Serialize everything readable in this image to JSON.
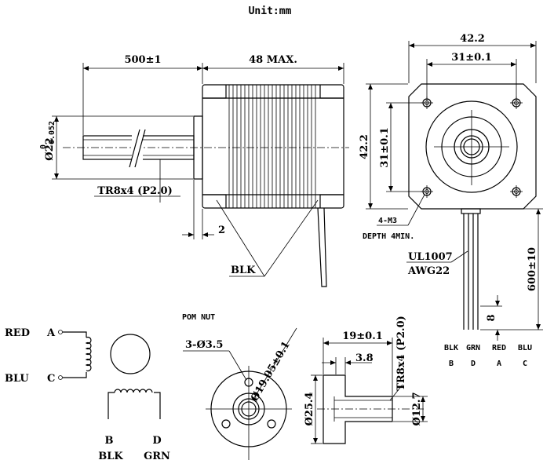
{
  "header": {
    "unit": "Unit:mm"
  },
  "side_view": {
    "dim_length": "500±1",
    "dim_body": "48 MAX.",
    "dim_shaft_value": "Ø22",
    "dim_shaft_tol_upper": "0",
    "dim_shaft_tol_lower": "-0.052",
    "thread": "TR8x4 (P2.0)",
    "dim_flange": "2",
    "lead_label": "BLK"
  },
  "front_view": {
    "dim_width": "42.2",
    "dim_hole_width": "31±0.1",
    "dim_height": "42.2",
    "dim_hole_height": "31±0.1",
    "screw_note": "4-M3",
    "depth_note": "DEPTH 4MIN.",
    "cable_type": "UL1007",
    "cable_gauge": "AWG22",
    "dim_cable": "600±10",
    "dim_strip": "8"
  },
  "wire_table": {
    "colors": [
      "BLK",
      "GRN",
      "RED",
      "BLU"
    ],
    "letters": [
      "B",
      "D",
      "A",
      "C"
    ]
  },
  "schematic": {
    "coil1_top_color": "RED",
    "coil1_top_letter": "A",
    "coil1_bottom_color": "BLU",
    "coil1_bottom_letter": "C",
    "coil2_left_letter": "B",
    "coil2_right_letter": "D",
    "coil2_left_color": "BLK",
    "coil2_right_color": "GRN"
  },
  "nut": {
    "title": "POM NUT",
    "holes": "3-Ø3.5",
    "pcd": "Ø19.05±0.1",
    "dim_length": "19±0.1",
    "dim_flange": "3.8",
    "thread": "TR8x4 (P2.0)",
    "dim_flange_dia": "Ø25.4",
    "dim_body_dia": "Ø12.7"
  }
}
